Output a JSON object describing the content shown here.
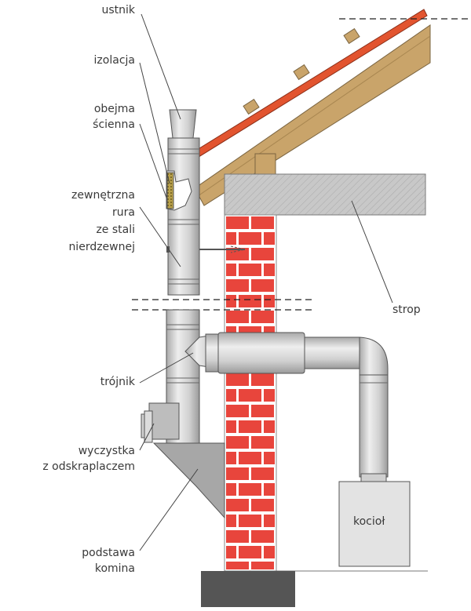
{
  "labels": {
    "ustnik": "ustnik",
    "izolacja": "izolacja",
    "obejma_1": "obejma",
    "obejma_2": "ścienna",
    "rura_1": "zewnętrzna",
    "rura_2": "rura",
    "rura_3": "ze stali",
    "rura_4": "nierdzewnej",
    "strop": "strop",
    "trojnik": "trójnik",
    "wyczystka_1": "wyczystka",
    "wyczystka_2": "z odskraplaczem",
    "podstawa_1": "podstawa",
    "podstawa_2": "komina",
    "kociol": "kocioł"
  },
  "colors": {
    "brick": "#e8453c",
    "mortar": "#ffffff",
    "roof_wood": "#c9a46a",
    "tile": "#e2542f",
    "slab": "#c8c8c8",
    "steel": "#d9d9d9",
    "foundation": "#555555"
  }
}
